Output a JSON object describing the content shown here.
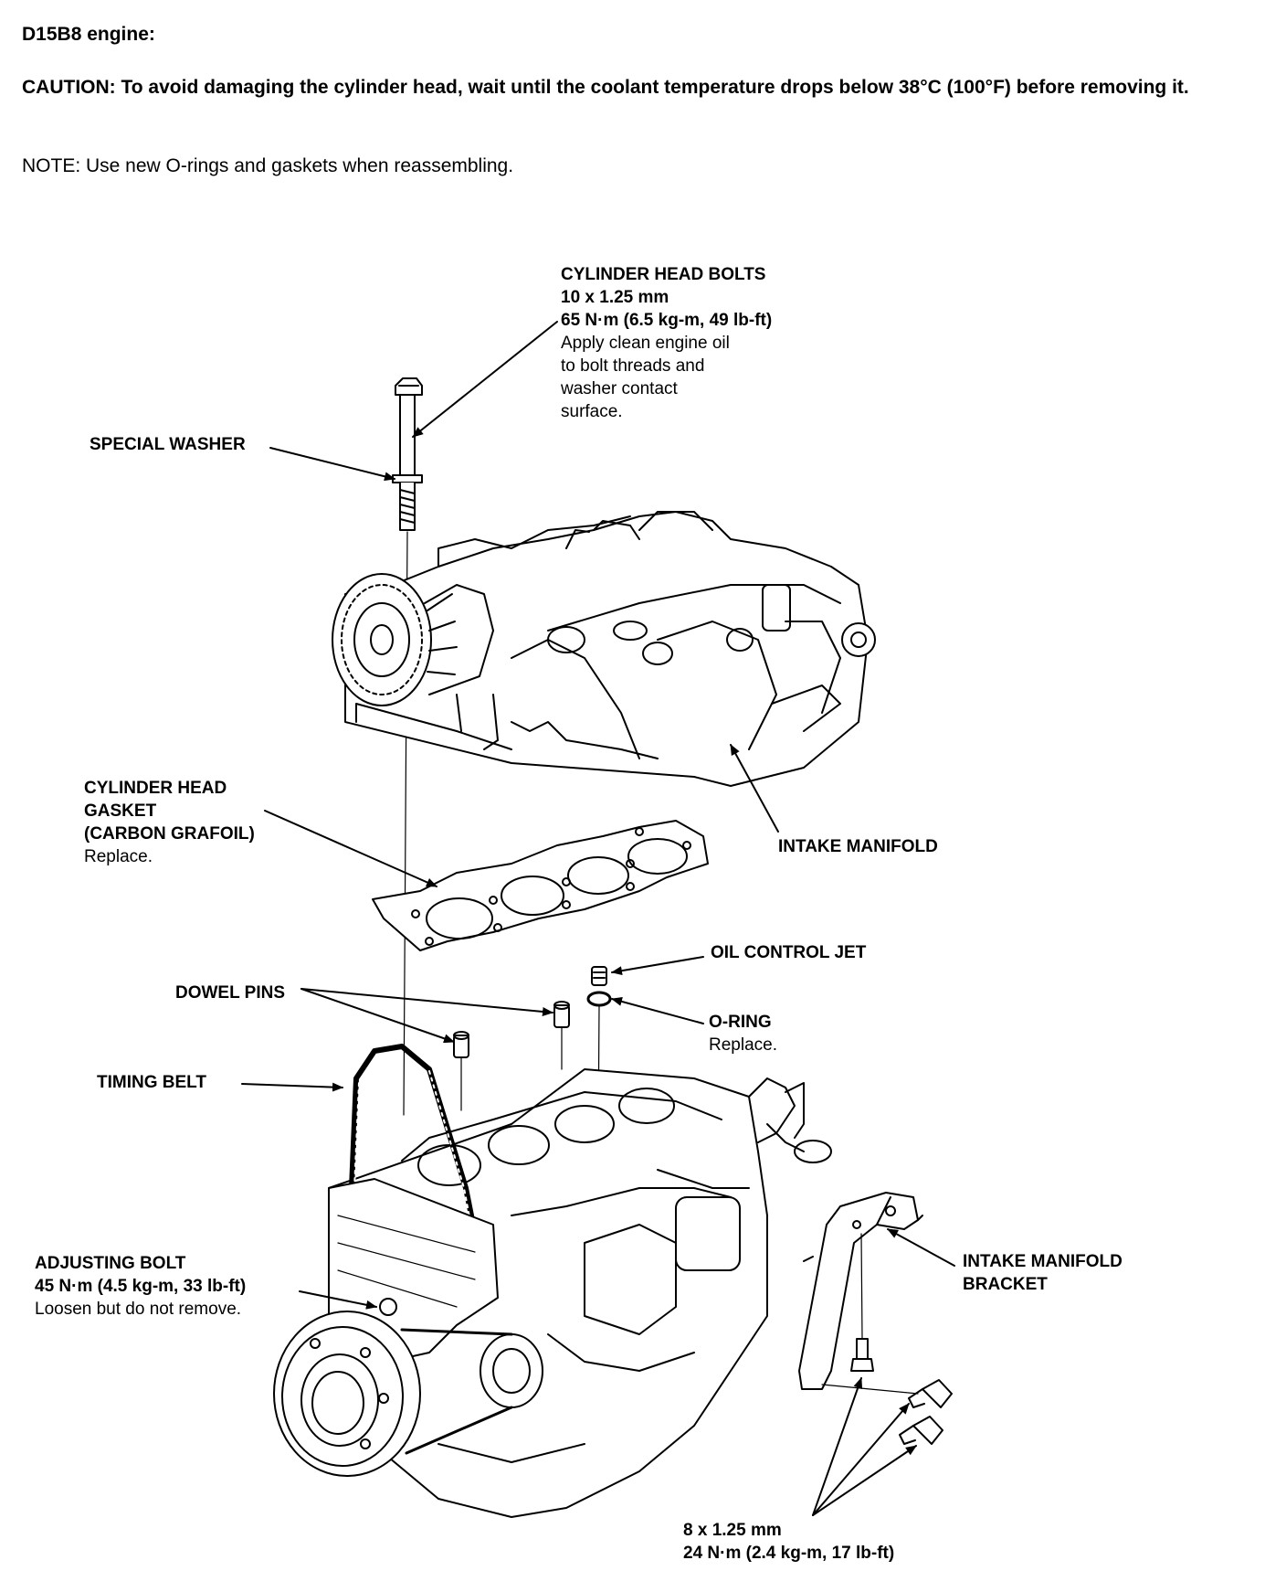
{
  "header": {
    "engine": "D15B8 engine:",
    "caution": "CAUTION:  To avoid damaging the cylinder head, wait until the coolant temperature drops below 38°C (100°F) before removing it.",
    "note": "NOTE:  Use new O-rings and gaskets when reassembling."
  },
  "labels": {
    "head_bolts": {
      "title": "CYLINDER HEAD BOLTS",
      "size": "10 x 1.25 mm",
      "torque": "65 N·m (6.5 kg-m, 49 lb-ft)",
      "note1": "Apply clean engine oil",
      "note2": "to bolt threads and",
      "note3": "washer contact",
      "note4": "surface."
    },
    "special_washer": "SPECIAL WASHER",
    "head_gasket": {
      "line1": "CYLINDER HEAD",
      "line2": "GASKET",
      "line3": "(CARBON GRAFOIL)",
      "note": "Replace."
    },
    "intake_manifold": "INTAKE MANIFOLD",
    "oil_control_jet": "OIL CONTROL JET",
    "dowel_pins": "DOWEL PINS",
    "o_ring": {
      "title": "O-RING",
      "note": "Replace."
    },
    "timing_belt": "TIMING BELT",
    "adjusting_bolt": {
      "title": "ADJUSTING BOLT",
      "torque": "45 N·m (4.5 kg-m, 33 lb-ft)",
      "note": "Loosen but do not remove."
    },
    "manifold_bracket": {
      "line1": "INTAKE MANIFOLD",
      "line2": "BRACKET"
    },
    "bracket_bolts": {
      "size": "8 x 1.25 mm",
      "torque": "24 N·m (2.4 kg-m, 17 lb-ft)"
    }
  }
}
